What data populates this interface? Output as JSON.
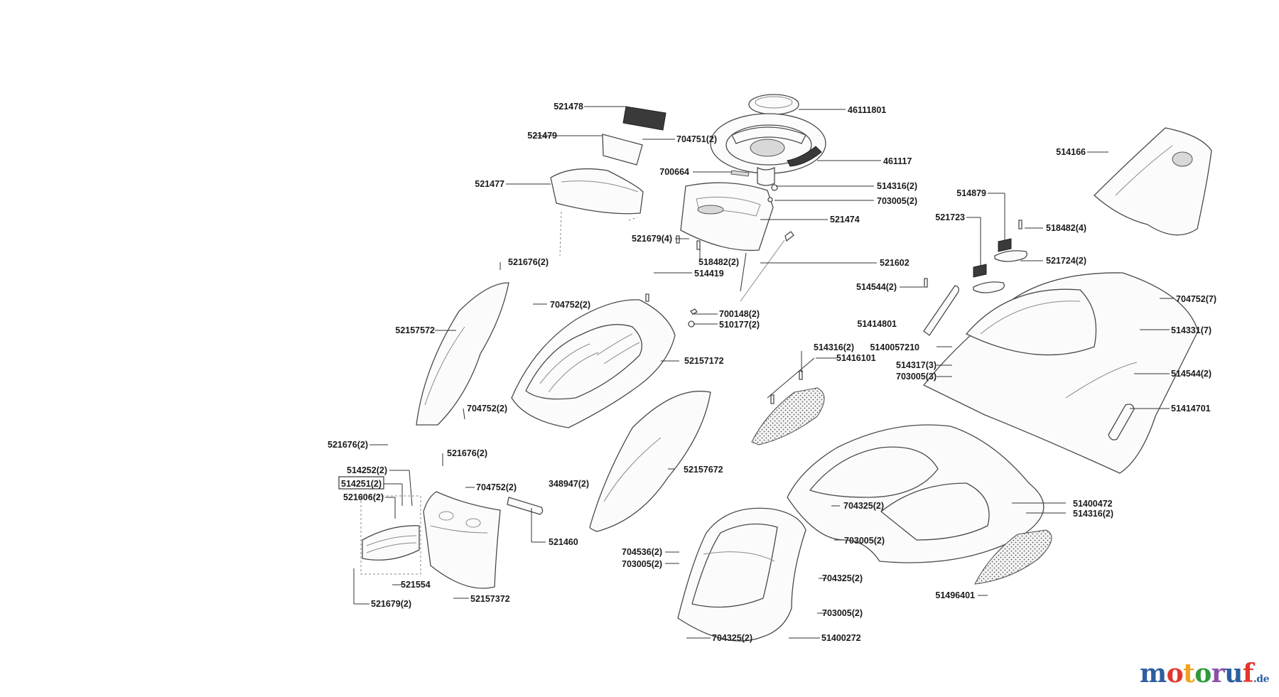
{
  "watermark": {
    "letters": [
      "m",
      "o",
      "t",
      "o",
      "r",
      "u",
      "f"
    ],
    "colors": [
      "#2d5fa0",
      "#e4352b",
      "#f0a21a",
      "#2d9a3b",
      "#8b4fa6",
      "#2d5fa0",
      "#e4352b"
    ],
    "suffix": ".de"
  },
  "labels": [
    {
      "id": "521478",
      "text": "521478"
    },
    {
      "id": "46111801",
      "text": "46111801"
    },
    {
      "id": "521479",
      "text": "521479"
    },
    {
      "id": "704751-2",
      "text": "704751(2)"
    },
    {
      "id": "461117",
      "text": "461117"
    },
    {
      "id": "521477",
      "text": "521477"
    },
    {
      "id": "700664",
      "text": "700664"
    },
    {
      "id": "514316-2-a",
      "text": "514316(2)"
    },
    {
      "id": "703005-2-a",
      "text": "703005(2)"
    },
    {
      "id": "514166",
      "text": "514166"
    },
    {
      "id": "521474",
      "text": "521474"
    },
    {
      "id": "514879",
      "text": "514879"
    },
    {
      "id": "521723",
      "text": "521723"
    },
    {
      "id": "518482-4",
      "text": "518482(4)"
    },
    {
      "id": "521679-4",
      "text": "521679(4)"
    },
    {
      "id": "518482-2",
      "text": "518482(2)"
    },
    {
      "id": "521602",
      "text": "521602"
    },
    {
      "id": "521724-2",
      "text": "521724(2)"
    },
    {
      "id": "521676-2-a",
      "text": "521676(2)"
    },
    {
      "id": "514419",
      "text": "514419"
    },
    {
      "id": "514544-2-a",
      "text": "514544(2)"
    },
    {
      "id": "704752-7",
      "text": "704752(7)"
    },
    {
      "id": "704752-2-a",
      "text": "704752(2)"
    },
    {
      "id": "700148-2",
      "text": "700148(2)"
    },
    {
      "id": "51414801",
      "text": "51414801"
    },
    {
      "id": "510177-2",
      "text": "510177(2)"
    },
    {
      "id": "514331-7",
      "text": "514331(7)"
    },
    {
      "id": "52157572",
      "text": "52157572"
    },
    {
      "id": "514316-2-b",
      "text": "514316(2)"
    },
    {
      "id": "5140057210",
      "text": "5140057210"
    },
    {
      "id": "51416101",
      "text": "51416101"
    },
    {
      "id": "52157172",
      "text": "52157172"
    },
    {
      "id": "514317-3",
      "text": "514317(3)"
    },
    {
      "id": "514544-2-b",
      "text": "514544(2)"
    },
    {
      "id": "703005-3",
      "text": "703005(3)"
    },
    {
      "id": "704752-2-b",
      "text": "704752(2)"
    },
    {
      "id": "51414701",
      "text": "51414701"
    },
    {
      "id": "521676-2-b",
      "text": "521676(2)"
    },
    {
      "id": "521676-2-c",
      "text": "521676(2)"
    },
    {
      "id": "514252-2",
      "text": "514252(2)"
    },
    {
      "id": "52157672",
      "text": "52157672"
    },
    {
      "id": "514251-2",
      "text": "514251(2)"
    },
    {
      "id": "348947-2",
      "text": "348947(2)"
    },
    {
      "id": "704752-2-c",
      "text": "704752(2)"
    },
    {
      "id": "521606-2",
      "text": "521606(2)"
    },
    {
      "id": "51400472",
      "text": "51400472"
    },
    {
      "id": "704325-2-a",
      "text": "704325(2)"
    },
    {
      "id": "514316-2-c",
      "text": "514316(2)"
    },
    {
      "id": "521460",
      "text": "521460"
    },
    {
      "id": "703005-2-b",
      "text": "703005(2)"
    },
    {
      "id": "704536-2",
      "text": "704536(2)"
    },
    {
      "id": "703005-2-c",
      "text": "703005(2)"
    },
    {
      "id": "521554",
      "text": "521554"
    },
    {
      "id": "704325-2-b",
      "text": "704325(2)"
    },
    {
      "id": "51496401",
      "text": "51496401"
    },
    {
      "id": "52157372",
      "text": "52157372"
    },
    {
      "id": "521679-2",
      "text": "521679(2)"
    },
    {
      "id": "703005-2-d",
      "text": "703005(2)"
    },
    {
      "id": "704325-2-c",
      "text": "704325(2)"
    },
    {
      "id": "51400272",
      "text": "51400272"
    }
  ]
}
